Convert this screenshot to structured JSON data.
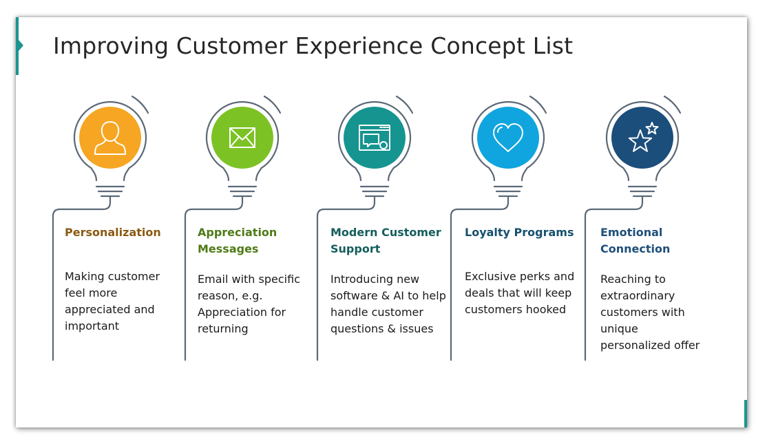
{
  "title": "Improving Customer Experience Concept List",
  "colors": {
    "accent": "#1a9490",
    "stroke": "#5b6877"
  },
  "concepts": [
    {
      "title": "Personalization",
      "description": "Making customer feel more appreciated and important",
      "icon": "person-icon",
      "circle_color": "#f6a623",
      "title_color": "#8a5a12"
    },
    {
      "title": "Appreciation Messages",
      "description": "Email with specific reason, e.g. Appreciation for returning",
      "icon": "envelope-icon",
      "circle_color": "#7cc225",
      "title_color": "#4f7a17"
    },
    {
      "title": "Modern Customer Support",
      "description": "Introducing new software & AI to help handle customer questions & issues",
      "icon": "chat-window-icon",
      "circle_color": "#159490",
      "title_color": "#145e5c"
    },
    {
      "title": "Loyalty Programs",
      "description": "Exclusive perks and deals that will keep customers hooked",
      "icon": "heart-icon",
      "circle_color": "#10a5de",
      "title_color": "#15506e"
    },
    {
      "title": "Emotional Connection",
      "description": "Reaching to extraordinary customers with unique personalized offer",
      "icon": "stars-icon",
      "circle_color": "#1c4e7c",
      "title_color": "#1e4f7a"
    }
  ]
}
